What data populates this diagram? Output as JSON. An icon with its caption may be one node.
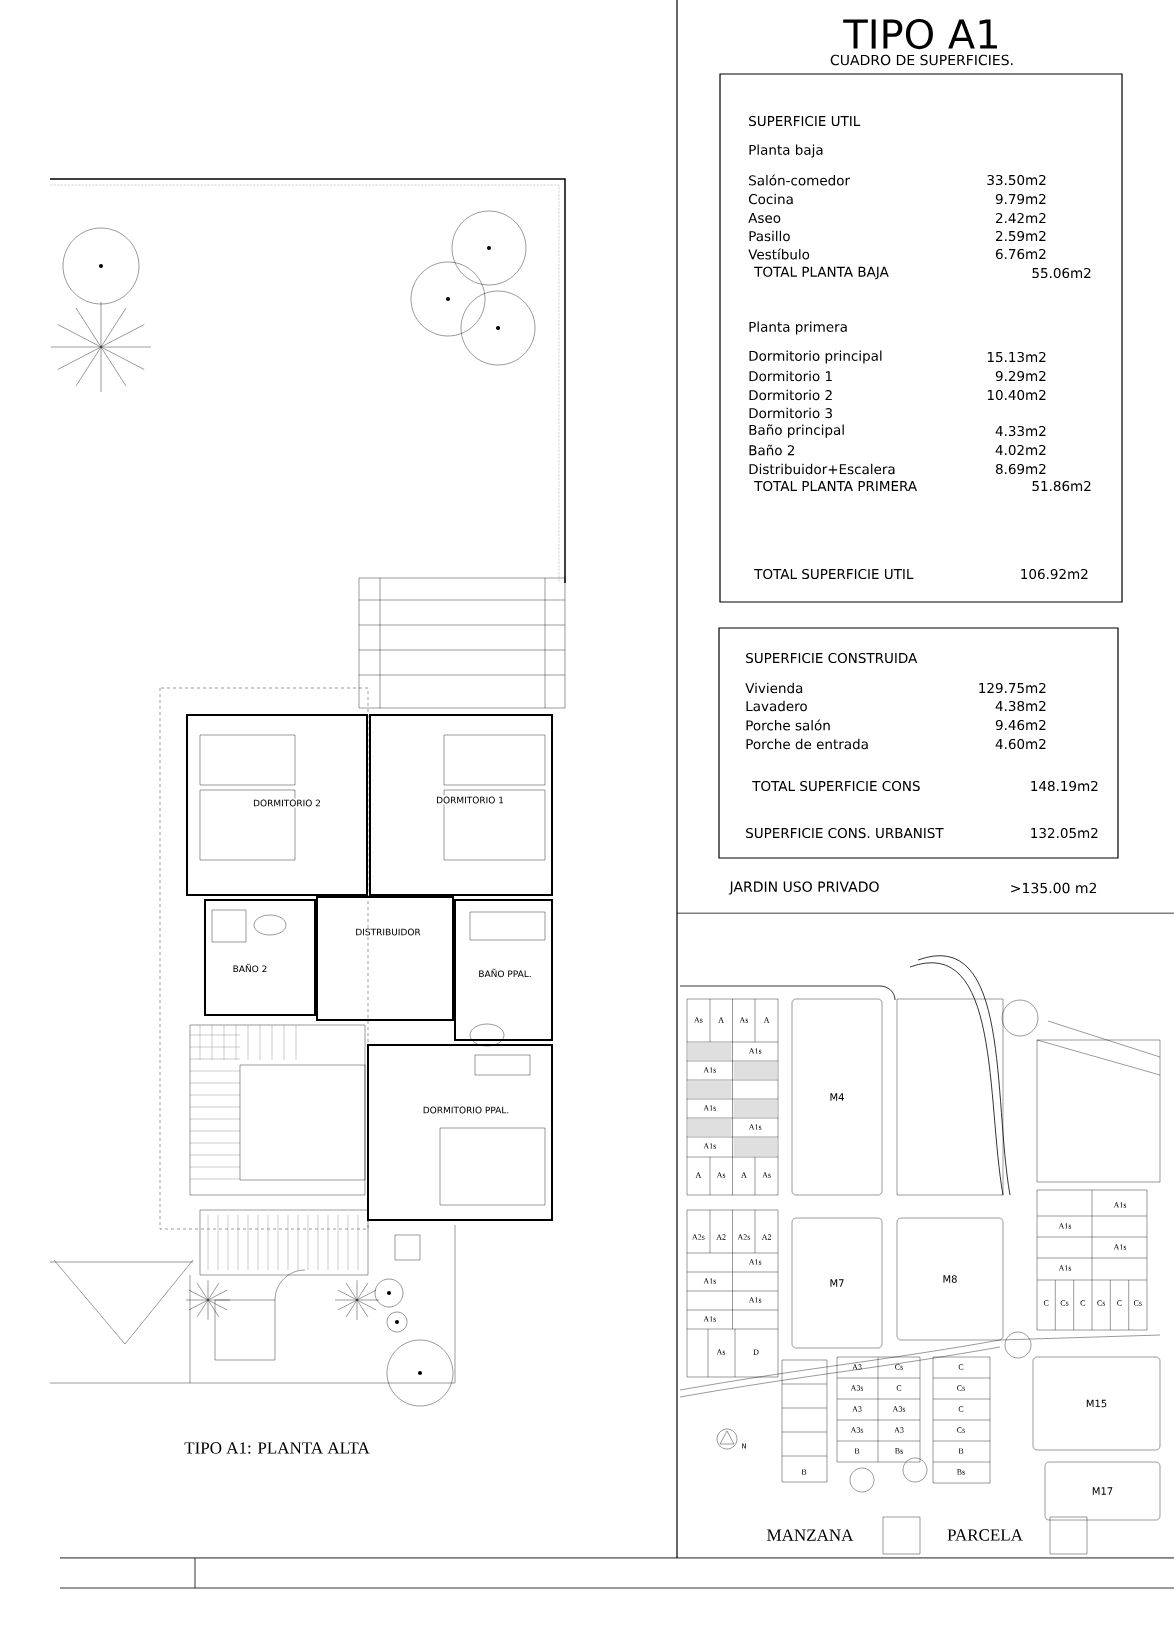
{
  "diagram": {
    "nodes": [
      {
        "text": [
          "SUPERFICIE UTIL",
          "Planta baja",
          "Salón-comedor",
          "33.50m2",
          "Cocina",
          "9.79m2",
          "Aseo",
          "2.42m2",
          "Pasillo",
          "2.59m2",
          "Vestíbulo",
          "6.76m2",
          "TOTAL PLANTA BAJA",
          "55.06m2",
          "Planta primera",
          "Dormitorio principal",
          "15.13m2",
          "Dormitorio 1",
          "9.29m2",
          "Dormitorio 2",
          "10.40m2",
          "Dormitorio 3",
          "Baño principal",
          "4.33m2",
          "Baño 2",
          "4.02m2",
          "Distribuidor+Escalera",
          "8.69m2",
          "TOTAL PLANTA PRIMERA",
          "51.86m2",
          "TOTAL SUPERFICIE UTIL",
          "106.92m2"
        ]
      },
      {
        "text": [
          "SUPERFICIE CONSTRUIDA",
          "Vivienda",
          "129.75m2",
          "Lavadero",
          "4.38m2",
          "Porche salón",
          "9.46m2",
          "Porche de entrada",
          "4.60m2",
          "TOTAL SUPERFICIE CONS",
          "148.19m2",
          "SUPERFICIE CONS. URBANIST",
          "132.05m2"
        ]
      },
      {
        "text": [
          "DORMITORIO 2"
        ]
      },
      {
        "text": [
          "DORMITORIO 1"
        ]
      },
      {
        "text": [
          "DISTRIBUIDOR"
        ]
      },
      {
        "text": [
          "BAÑO 2"
        ]
      },
      {
        "text": [
          "BAÑO PPAL."
        ]
      },
      {
        "text": [
          "DORMITORIO PPAL."
        ]
      },
      {
        "text": [
          "M4"
        ]
      },
      {
        "text": [
          "M7"
        ]
      },
      {
        "text": [
          "M8"
        ]
      },
      {
        "text": [
          "M15"
        ]
      },
      {
        "text": [
          "M17"
        ]
      }
    ],
    "labels": [
      "TIPO A1",
      "CUADRO DE SUPERFICIES.",
      "JARDIN USO PRIVADO",
      ">135.00 m2",
      "TIPO A1: PLANTA ALTA",
      "As",
      "A",
      "As",
      "A",
      "A1s",
      "A1s",
      "A1s",
      "A1s",
      "A1s",
      "A",
      "As",
      "A",
      "As",
      "A2s",
      "A2",
      "A2s",
      "A2",
      "A1s",
      "A1s",
      "A1s",
      "A1s",
      "As",
      "D",
      "A1s",
      "A1s",
      "A1s",
      "A1s",
      "C",
      "Cs",
      "C",
      "Cs",
      "C",
      "Cs",
      "A3",
      "Cs",
      "A3s",
      "C",
      "A3",
      "A3s",
      "A3s",
      "A3",
      "B",
      "Bs",
      "C",
      "Cs",
      "C",
      "Cs",
      "B",
      "B",
      "Bs",
      "N",
      "MANZANA",
      "PARCELA"
    ]
  }
}
